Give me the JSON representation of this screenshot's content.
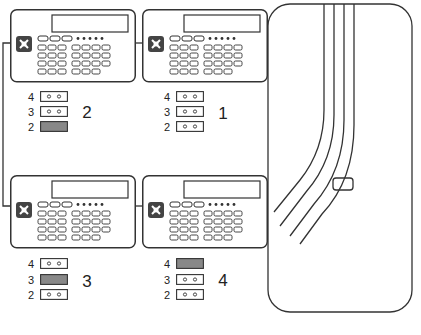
{
  "diagram": {
    "labels": [
      "4",
      "3",
      "2",
      "2",
      "4",
      "3",
      "2",
      "1",
      "4",
      "3",
      "2",
      "3",
      "4",
      "3",
      "2",
      "4"
    ]
  }
}
